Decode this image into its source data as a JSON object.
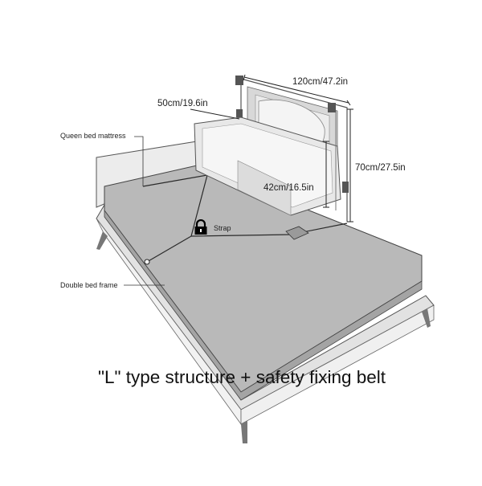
{
  "labels": {
    "queen_bed_mattress": "Queen bed mattress",
    "double_bed_frame": "Double bed frame",
    "strap": "Strap"
  },
  "dimensions": {
    "width_top": "120cm/47.2in",
    "depth": "50cm/19.6in",
    "height_total": "70cm/27.5in",
    "height_rail": "42cm/16.5in"
  },
  "caption": "\"L\" type structure + safety fixing belt",
  "icons": {
    "strap_marker": "lock-icon"
  },
  "colors": {
    "mattress_fill": "#b9b9b9",
    "frame_fill": "#e7e7e7",
    "line": "#3c3c3c"
  }
}
